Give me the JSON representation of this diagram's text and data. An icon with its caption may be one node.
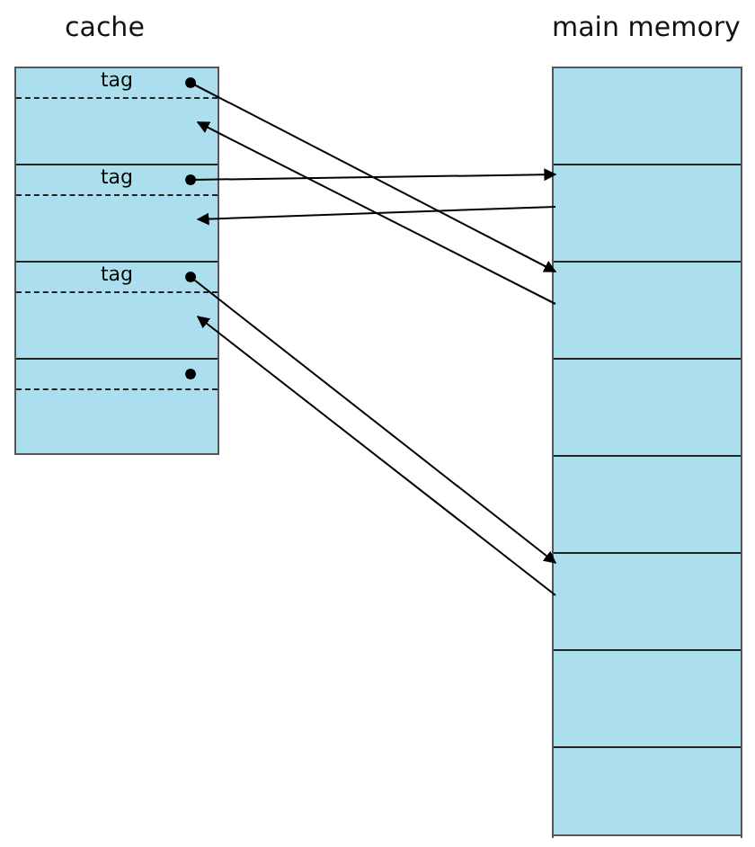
{
  "diagram": {
    "nodes": [
      {
        "text": [
          "cache"
        ]
      },
      {
        "text": [
          "tag"
        ],
        "in": 0
      },
      {
        "text": [],
        "shape": "box",
        "in": 0
      },
      {
        "text": [
          "tag"
        ],
        "in": 0
      },
      {
        "text": [],
        "shape": "box",
        "in": 0
      },
      {
        "text": [
          "tag"
        ],
        "in": 0
      },
      {
        "text": [],
        "shape": "box",
        "in": 0
      },
      {
        "text": [],
        "shape": "box",
        "in": 0
      },
      {
        "text": [],
        "shape": "box",
        "in": 0
      },
      {
        "text": [
          "main memory"
        ]
      },
      {
        "text": [],
        "shape": "box",
        "in": 9
      },
      {
        "text": [],
        "shape": "box",
        "in": 9
      },
      {
        "text": [],
        "shape": "box",
        "in": 9
      },
      {
        "text": [],
        "shape": "box",
        "in": 9
      },
      {
        "text": [],
        "shape": "box",
        "in": 9
      },
      {
        "text": [],
        "shape": "box",
        "in": 9
      },
      {
        "text": [],
        "shape": "box",
        "in": 9
      },
      {
        "text": [],
        "shape": "box",
        "in": 9
      }
    ],
    "edges": [
      {
        "from": 1,
        "to": 12,
        "arrow": "to"
      },
      {
        "from": 12,
        "to": 2,
        "arrow": "to"
      },
      {
        "from": 3,
        "to": 11,
        "arrow": "to"
      },
      {
        "from": 11,
        "to": 4,
        "arrow": "to"
      },
      {
        "from": 5,
        "to": 15,
        "arrow": "to"
      },
      {
        "from": 15,
        "to": 6,
        "arrow": "to"
      }
    ]
  }
}
